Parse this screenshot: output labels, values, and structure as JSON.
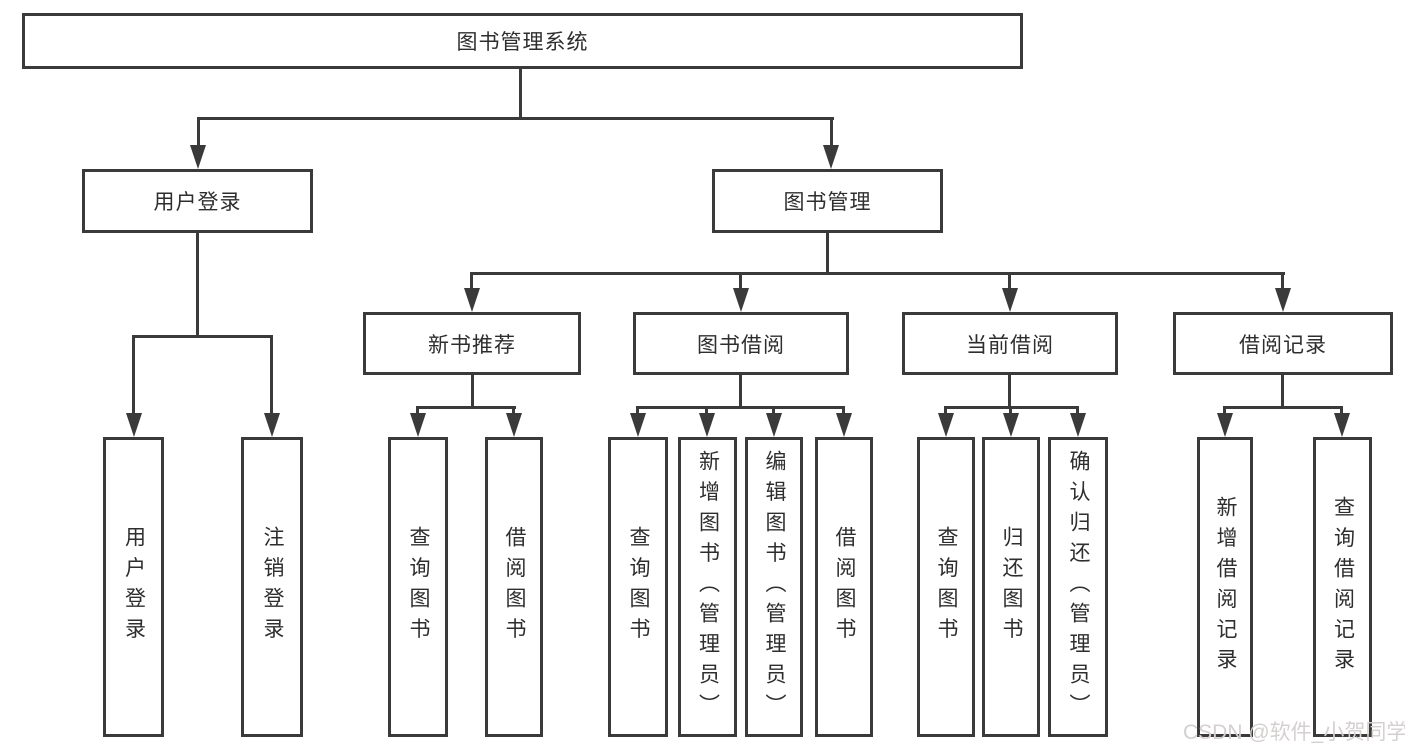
{
  "nodes": {
    "root": {
      "label": "图书管理系统"
    },
    "user_login": {
      "label": "用户登录"
    },
    "book_mgmt": {
      "label": "图书管理"
    },
    "new_book_rec": {
      "label": "新书推荐"
    },
    "book_borrow": {
      "label": "图书借阅"
    },
    "current_borrow": {
      "label": "当前借阅"
    },
    "borrow_records": {
      "label": "借阅记录"
    },
    "leaf_user_login": {
      "label": "用户登录"
    },
    "leaf_logout": {
      "label": "注销登录"
    },
    "leaf_query_book_1": {
      "label": "查询图书"
    },
    "leaf_borrow_book_1": {
      "label": "借阅图书"
    },
    "leaf_query_book_2": {
      "label": "查询图书"
    },
    "leaf_add_book": {
      "label": "新增图书（管理员）"
    },
    "leaf_edit_book": {
      "label": "编辑图书（管理员）"
    },
    "leaf_borrow_book_2": {
      "label": "借阅图书"
    },
    "leaf_query_book_3": {
      "label": "查询图书"
    },
    "leaf_return_book": {
      "label": "归还图书"
    },
    "leaf_confirm_return": {
      "label": "确认归还（管理员）"
    },
    "leaf_add_borrow_record": {
      "label": "新增借阅记录"
    },
    "leaf_query_borrow_record": {
      "label": "查询借阅记录"
    }
  },
  "watermark": {
    "text": "CSDN @软件_小贺同学"
  },
  "colors": {
    "line": "#3a3a3a",
    "text": "#2e2e2e",
    "background": "#ffffff",
    "watermark": "#d5d0d0"
  }
}
